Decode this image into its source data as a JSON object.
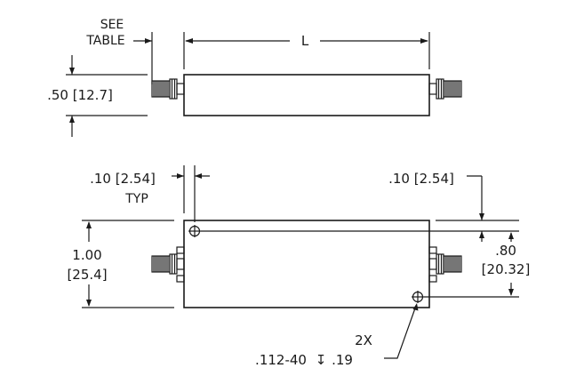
{
  "side_view": {
    "see_table_line1": "SEE",
    "see_table_line2": "TABLE",
    "length_label": "L",
    "height_label": ".50 [12.7]"
  },
  "top_view": {
    "edge_offset_left": ".10 [2.54]",
    "edge_offset_left_note": "TYP",
    "edge_offset_right": ".10 [2.54]",
    "width_label_line1": "1.00",
    "width_label_line2": "[25.4]",
    "hole_spacing_line1": ".80",
    "hole_spacing_line2": "[20.32]",
    "hole_count": "2X",
    "hole_thread_spec": ".112-40",
    "hole_depth_symbol": "↧",
    "hole_depth": ".19"
  }
}
